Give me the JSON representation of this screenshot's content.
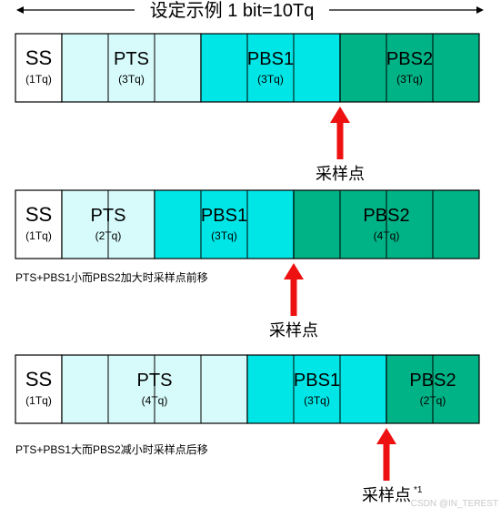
{
  "header": {
    "title": "设定示例 1 bit=10Tq"
  },
  "colors": {
    "ss": "#ffffff",
    "pts": "#d7fafa",
    "pbs1": "#00e6e6",
    "pbs2": "#00b386",
    "arrow": "#ee1111",
    "border": "#000000"
  },
  "rows": [
    {
      "segments": [
        {
          "name": "SS",
          "duration": "(1Tq)",
          "tq": 1
        },
        {
          "name": "PTS",
          "duration": "(3Tq)",
          "tq": 3
        },
        {
          "name": "PBS1",
          "duration": "(3Tq)",
          "tq": 3
        },
        {
          "name": "PBS2",
          "duration": "(3Tq)",
          "tq": 3
        }
      ],
      "sample_point_label": "采样点",
      "sample_point_note": "",
      "caption": ""
    },
    {
      "segments": [
        {
          "name": "SS",
          "duration": "(1Tq)",
          "tq": 1
        },
        {
          "name": "PTS",
          "duration": "(2Tq)",
          "tq": 2
        },
        {
          "name": "PBS1",
          "duration": "(3Tq)",
          "tq": 3
        },
        {
          "name": "PBS2",
          "duration": "(4Tq)",
          "tq": 4
        }
      ],
      "sample_point_label": "采样点",
      "sample_point_note": "",
      "caption": "PTS+PBS1小而PBS2加大时采样点前移"
    },
    {
      "segments": [
        {
          "name": "SS",
          "duration": "(1Tq)",
          "tq": 1
        },
        {
          "name": "PTS",
          "duration": "(4Tq)",
          "tq": 4
        },
        {
          "name": "PBS1",
          "duration": "(3Tq)",
          "tq": 3
        },
        {
          "name": "PBS2",
          "duration": "(2Tq)",
          "tq": 2
        }
      ],
      "sample_point_label": "采样点",
      "sample_point_note": "*1",
      "caption": "PTS+PBS1大而PBS2减小时采样点后移"
    }
  ],
  "watermark": "CSDN @IN_TEREST"
}
